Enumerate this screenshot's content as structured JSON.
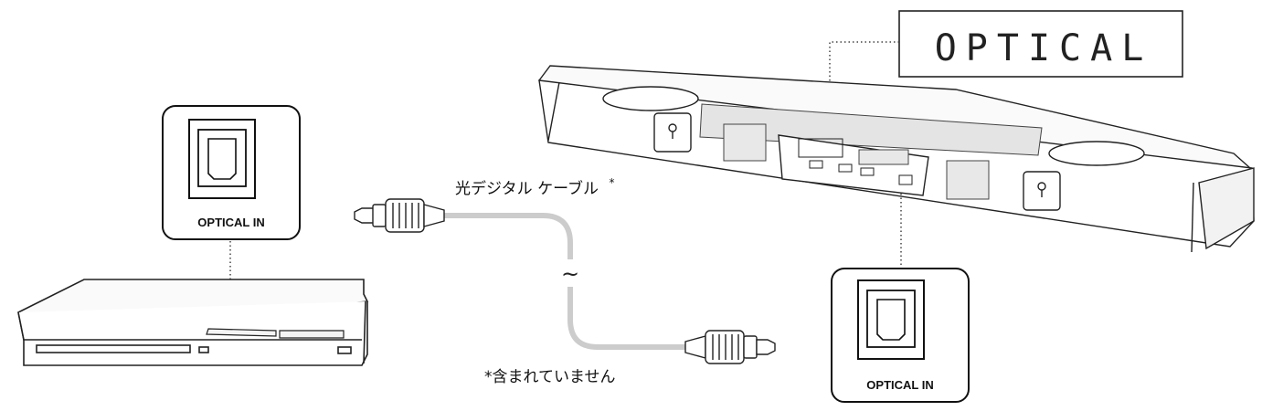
{
  "display": {
    "text": "OPTICAL"
  },
  "cable": {
    "label": "光デジタル ケーブル",
    "footnote_marker": "*"
  },
  "note": {
    "text": "*含まれていません"
  },
  "ports": {
    "source_port": {
      "label": "OPTICAL IN"
    },
    "soundbar_port": {
      "label": "OPTICAL IN"
    }
  },
  "break_symbol": "~",
  "colors": {
    "cable": "#cccccc",
    "line": "#222222",
    "background": "#ffffff"
  }
}
